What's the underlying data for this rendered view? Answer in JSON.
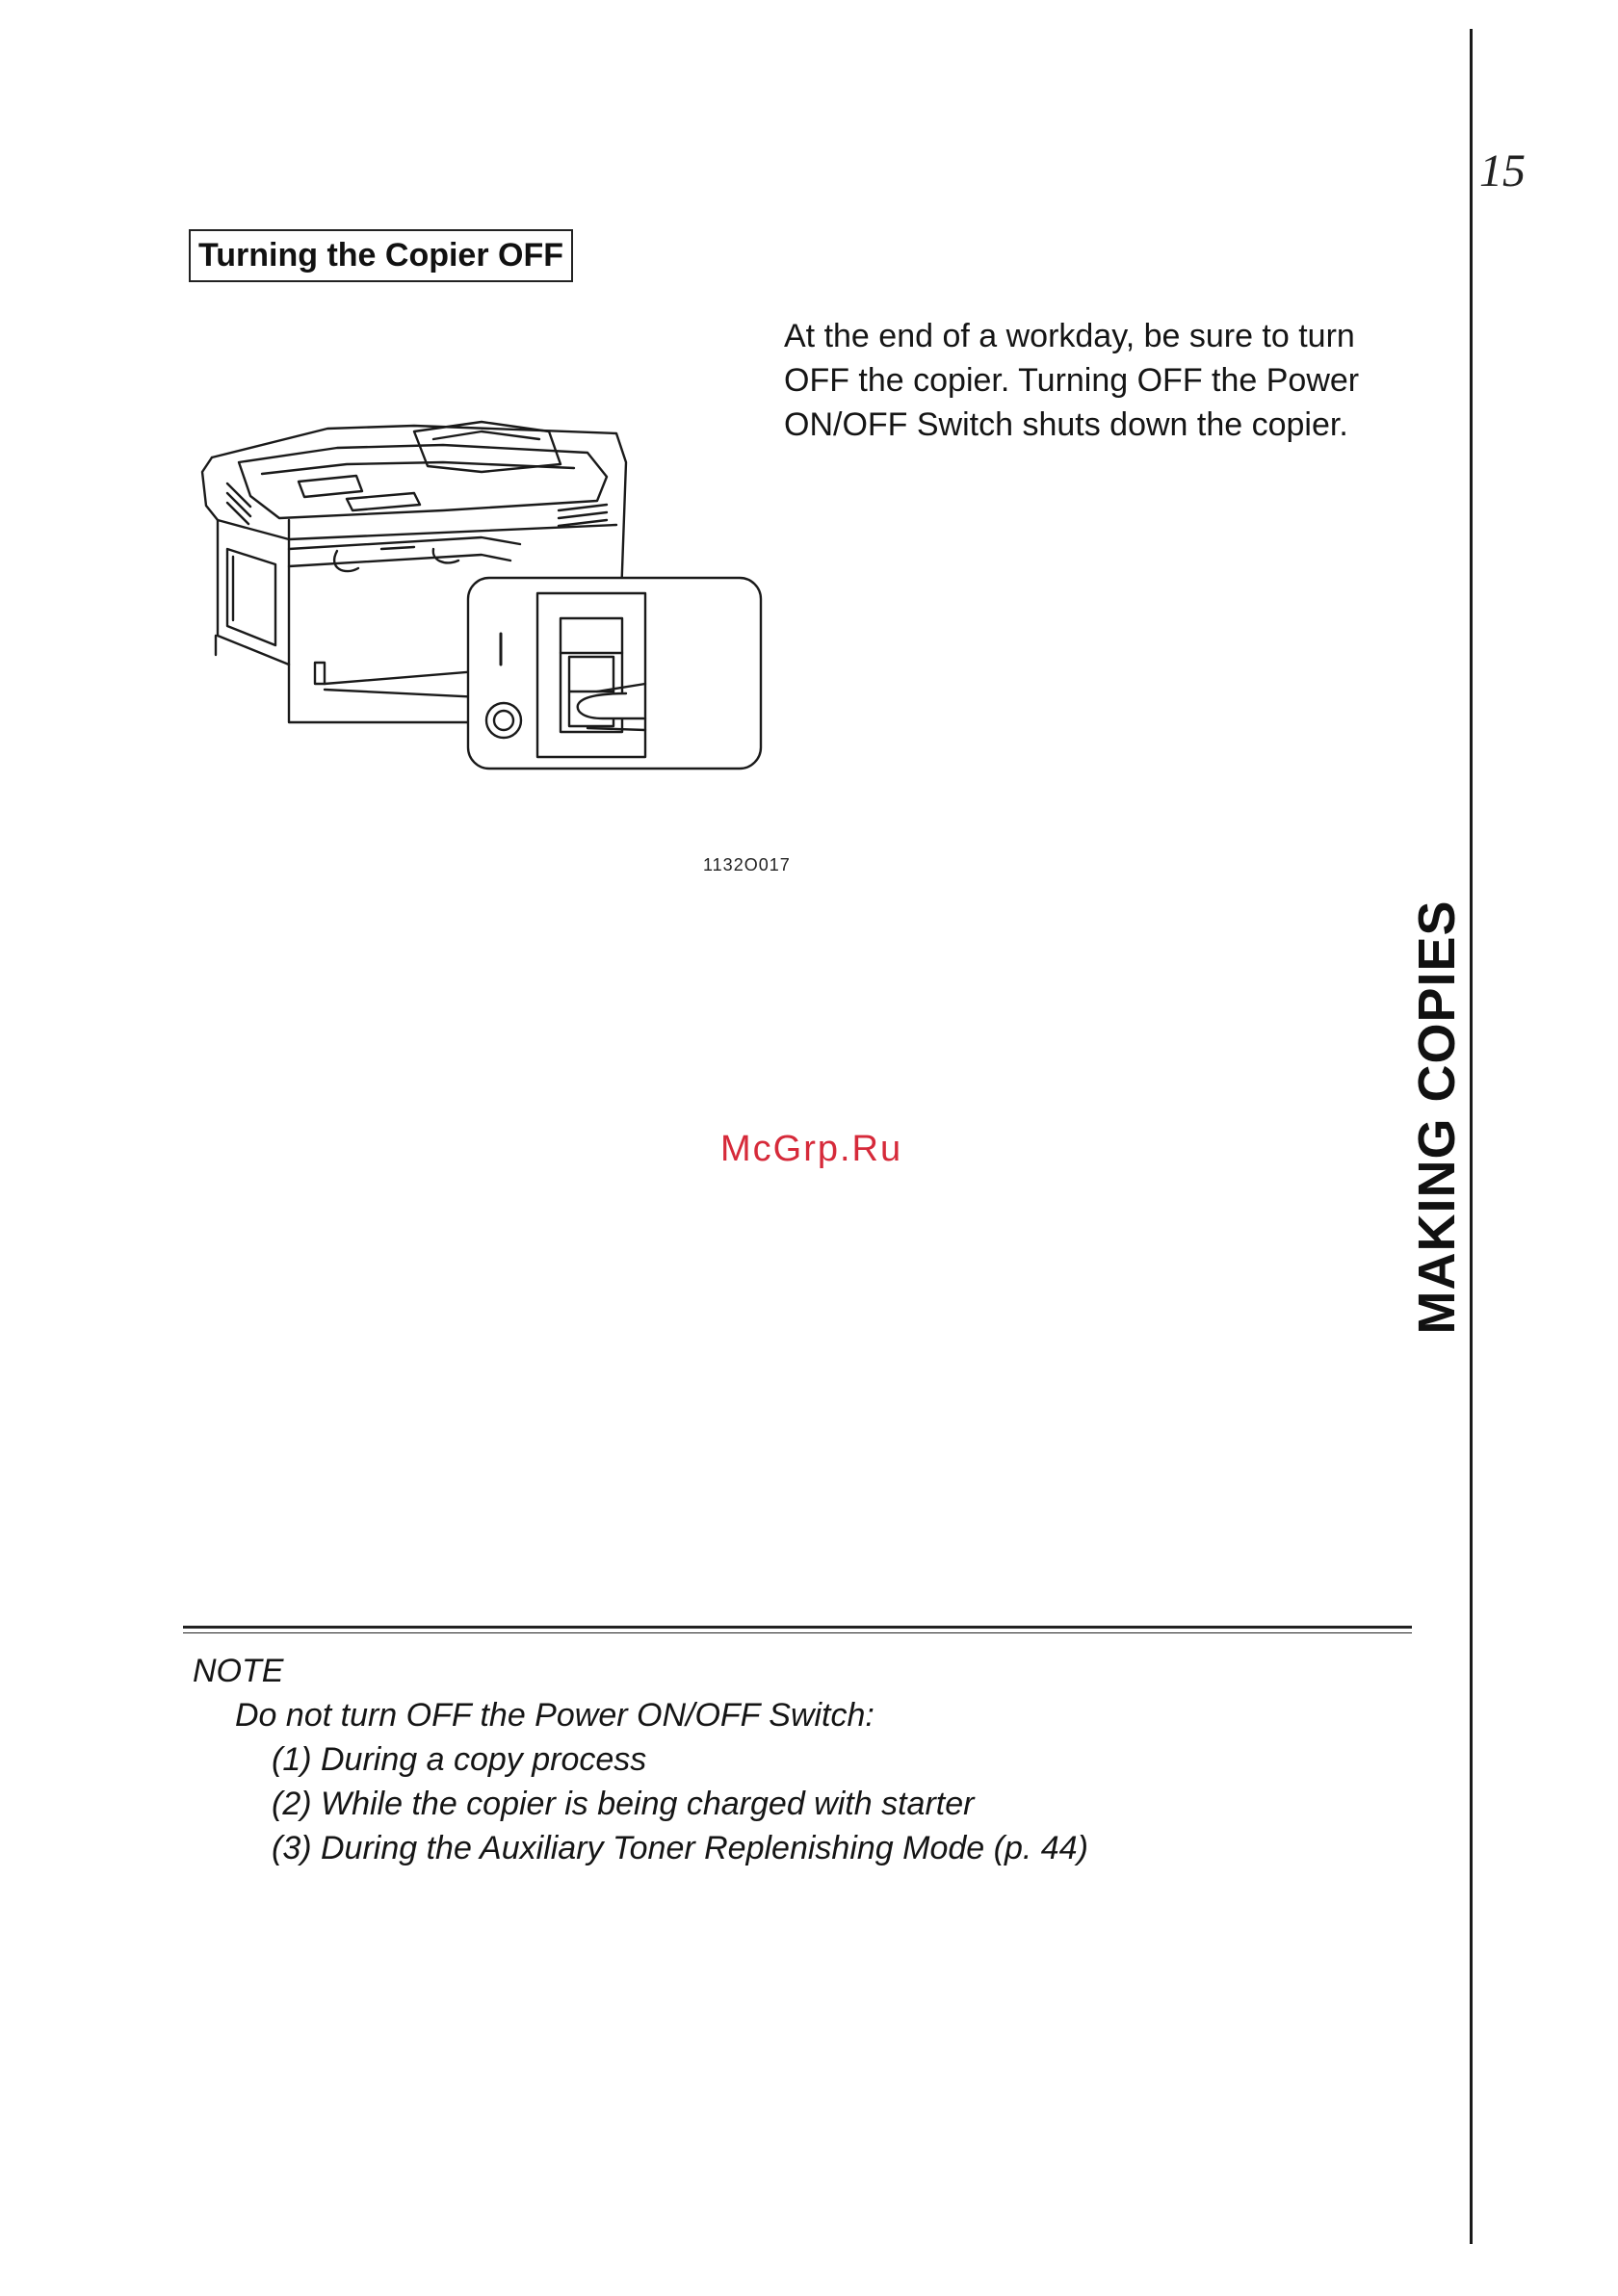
{
  "page": {
    "number": "15",
    "section_tab": "MAKING COPIES"
  },
  "section": {
    "heading": "Turning the Copier OFF",
    "paragraph": "At the end of a workday, be sure to turn OFF the copier. Turning OFF the Power ON/OFF Switch shuts down the copier."
  },
  "figure": {
    "code": "1132O017",
    "icon": "copier-power-switch-illustration",
    "switch_on_mark": "I"
  },
  "watermark": {
    "text": "McGrp.Ru",
    "color": "#d62a3a"
  },
  "note": {
    "title": "NOTE",
    "intro": "Do not turn OFF the Power ON/OFF Switch:",
    "items": [
      "(1) During a copy process",
      "(2) While the copier is being charged with starter",
      "(3) During the Auxiliary Toner Replenishing Mode (p. 44)"
    ]
  }
}
